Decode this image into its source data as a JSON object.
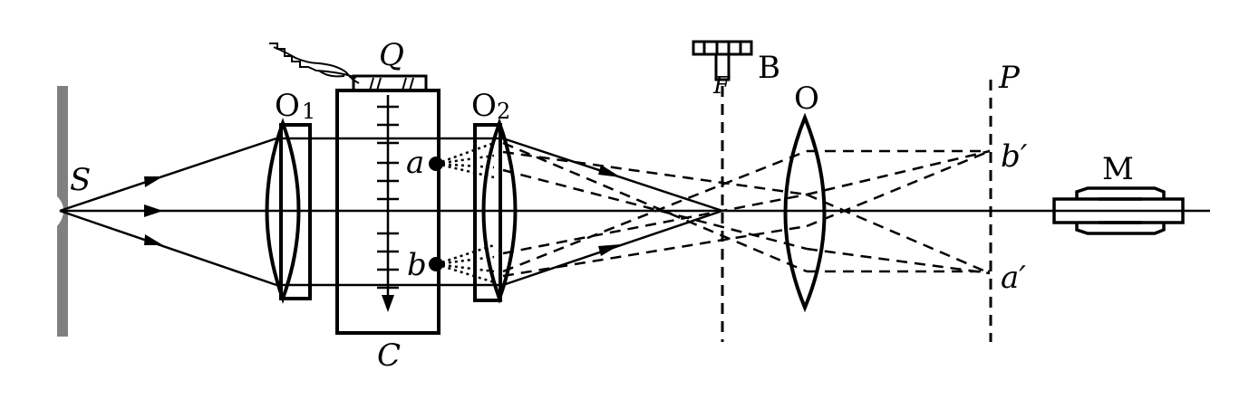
{
  "labels": {
    "S": "S",
    "O1": "O",
    "O1_sub": "1",
    "Q": "Q",
    "C": "C",
    "a": "a",
    "b": "b",
    "O2": "O",
    "O2_sub": "2",
    "F": "F",
    "B": "B",
    "O": "O",
    "P": "P",
    "b_prime": "b′",
    "a_prime": "a′",
    "M": "M"
  },
  "colors": {
    "ink": "#000000",
    "screen": "#808080",
    "background": "#ffffff"
  }
}
